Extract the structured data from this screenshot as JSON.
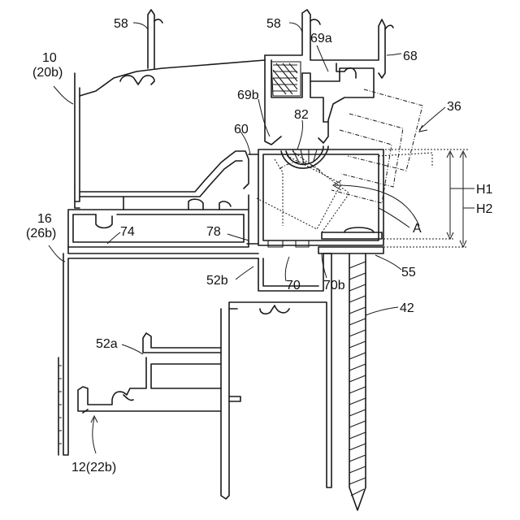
{
  "labels": {
    "l58a": "58",
    "l58b": "58",
    "l69a": "69a",
    "l68": "68",
    "l10": "10",
    "l20b": "(20b)",
    "l69b": "69b",
    "l82": "82",
    "l36": "36",
    "l60": "60",
    "lH1": "H1",
    "lH2": "H2",
    "l16": "16",
    "l26b": "(26b)",
    "l74": "74",
    "l78": "78",
    "lA": "A",
    "l52b": "52b",
    "l70": "70",
    "l70b": "70b",
    "l55": "55",
    "l42": "42",
    "l52a": "52a",
    "l12": "12(22b)"
  }
}
